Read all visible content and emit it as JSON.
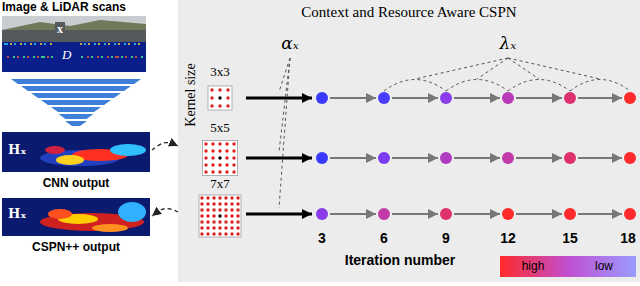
{
  "diagram": {
    "nodes": [
      {
        "text": [
          "Image & LiDAR scans"
        ]
      },
      {
        "text": [
          "CNN output"
        ]
      },
      {
        "text": [
          "CSPN++ output"
        ]
      },
      {
        "text": [
          "Context and Resource Aware CSPN"
        ]
      },
      {
        "text": [
          "3x3"
        ],
        "in": 3
      },
      {
        "text": [
          "5x5"
        ],
        "in": 3
      },
      {
        "text": [
          "7x7"
        ],
        "in": 3
      }
    ],
    "edges": [
      {
        "from": 1,
        "to": 3,
        "arrow": "to"
      },
      {
        "from": 3,
        "to": 2,
        "arrow": "to"
      }
    ],
    "labels": [
      "x",
      "D",
      "Hₓ",
      "Hₓ",
      "Kernel size",
      "αₓ",
      "λₓ",
      "3",
      "6",
      "9",
      "12",
      "15",
      "18",
      "Iteration number",
      "high",
      "low"
    ]
  }
}
